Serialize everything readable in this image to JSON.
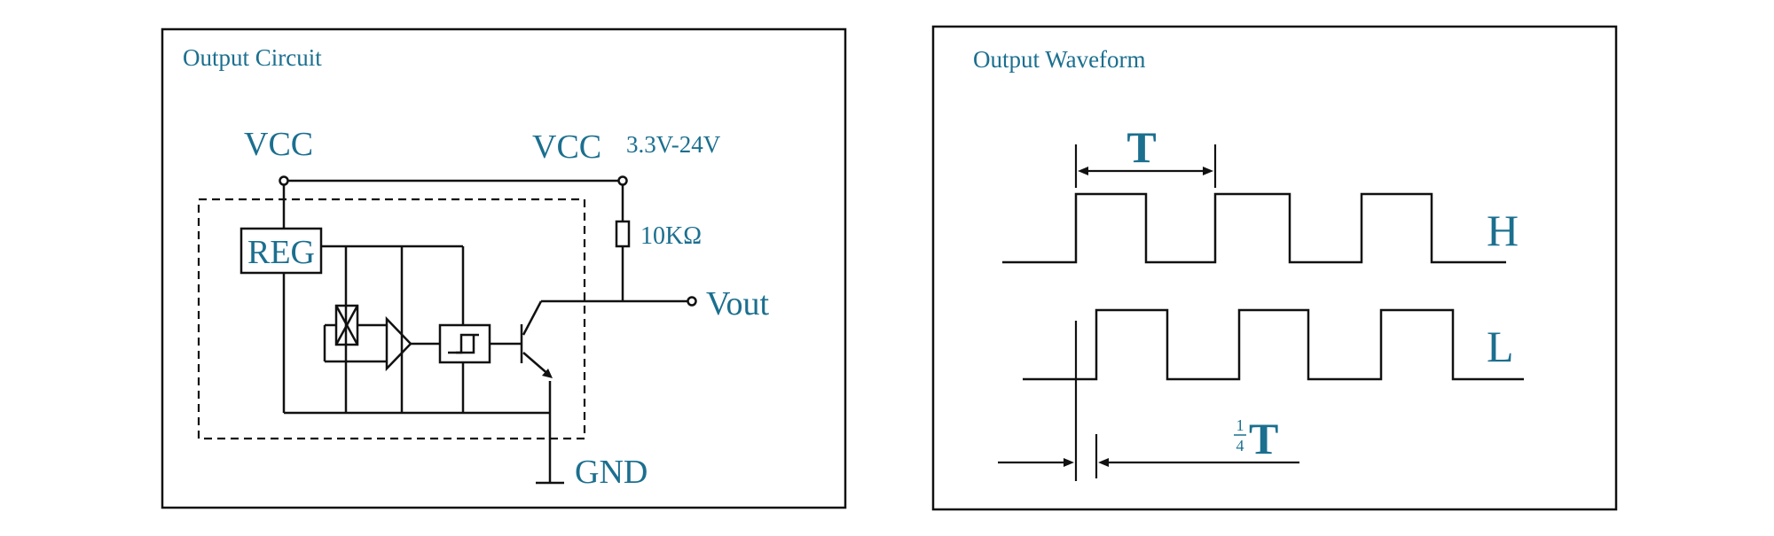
{
  "accent_color": "#1b6f8f",
  "line_color": "#111111",
  "circuit_panel": {
    "title": "Output Circuit",
    "vcc_left": "VCC",
    "vcc_right": "VCC",
    "supply_range": "3.3V-24V",
    "resistor_label": "10KΩ",
    "reg_label": "REG",
    "vout_label": "Vout",
    "gnd_label": "GND"
  },
  "waveform_panel": {
    "title": "Output Waveform",
    "period_label": "T",
    "high_label": "H",
    "low_label": "L",
    "phase_fraction_num": "1",
    "phase_fraction_den": "4",
    "phase_label": "T"
  }
}
